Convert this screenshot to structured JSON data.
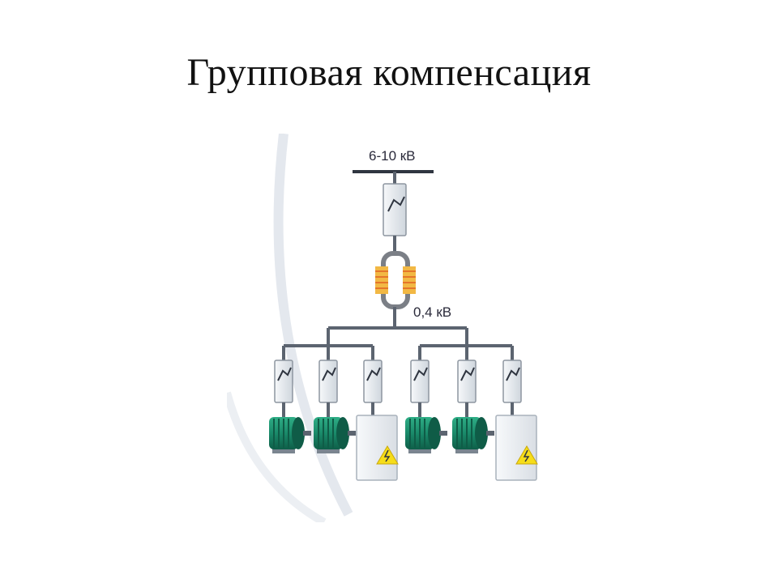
{
  "slide": {
    "title": "Групповая компенсация"
  },
  "diagram": {
    "hv_label": "6-10 кВ",
    "lv_label": "0,4 кВ",
    "colors": {
      "line": "#5c6470",
      "switch_body": "#e8ecf0",
      "switch_edge": "#9aa3ad",
      "coil": "#f2b844",
      "coil_stripe": "#e5762a",
      "motor": "#1a8a6a",
      "motor_dark": "#0f5c47",
      "cabinet": "#eef1f4",
      "warning": "#f6dd19"
    },
    "feeders": [
      "motor",
      "motor",
      "capacitor-cabinet",
      "motor",
      "motor",
      "capacitor-cabinet"
    ]
  }
}
